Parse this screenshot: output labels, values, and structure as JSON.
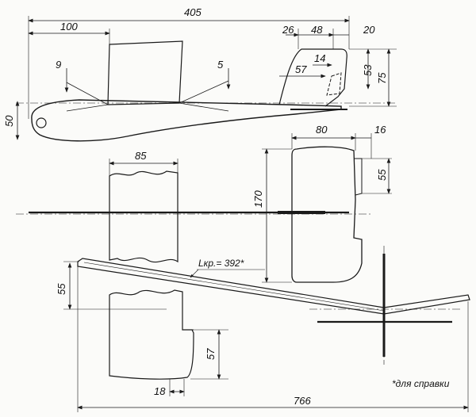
{
  "dimensions": {
    "overall_length": "405",
    "nose_to_wing": "100",
    "fin_26": "26",
    "fin_48": "48",
    "fin_20": "20",
    "fin_14": "14",
    "fin_57": "57",
    "fin_height_53": "53",
    "fin_height_75": "75",
    "wing_angle_9": "9",
    "stab_angle_5": "5",
    "fuselage_depth": "50",
    "stab_chord": "80",
    "stab_tip": "16",
    "stab_span_55": "55",
    "stab_span": "170",
    "wing_chord": "85",
    "dihedral_height": "55",
    "tip_height": "57",
    "tip_offset": "18",
    "wing_semispan": "766"
  },
  "labels": {
    "line_length": "Lкр.= 392*",
    "reference_note": "*для справки"
  },
  "colors": {
    "ink": "#1a1a1a",
    "paper": "#fbfbf9"
  }
}
